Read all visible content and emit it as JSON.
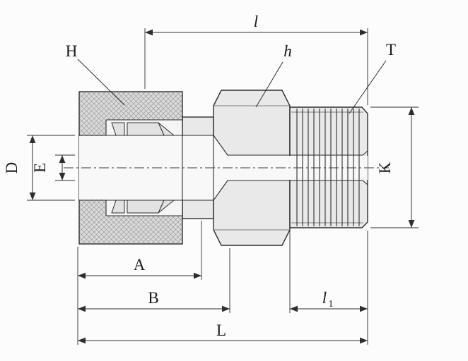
{
  "drawing": {
    "colors": {
      "background": "#fcfcfc",
      "line": "#2e2e2e",
      "part_fill": "#e9e9e9",
      "knurl_fill": "#dadada"
    },
    "labels": {
      "l": "l",
      "H": "H",
      "h": "h",
      "T": "T",
      "D": "D",
      "E": "E",
      "K": "K",
      "A": "A",
      "B": "B",
      "l1": "l",
      "l1_sub": "1",
      "L": "L"
    }
  }
}
